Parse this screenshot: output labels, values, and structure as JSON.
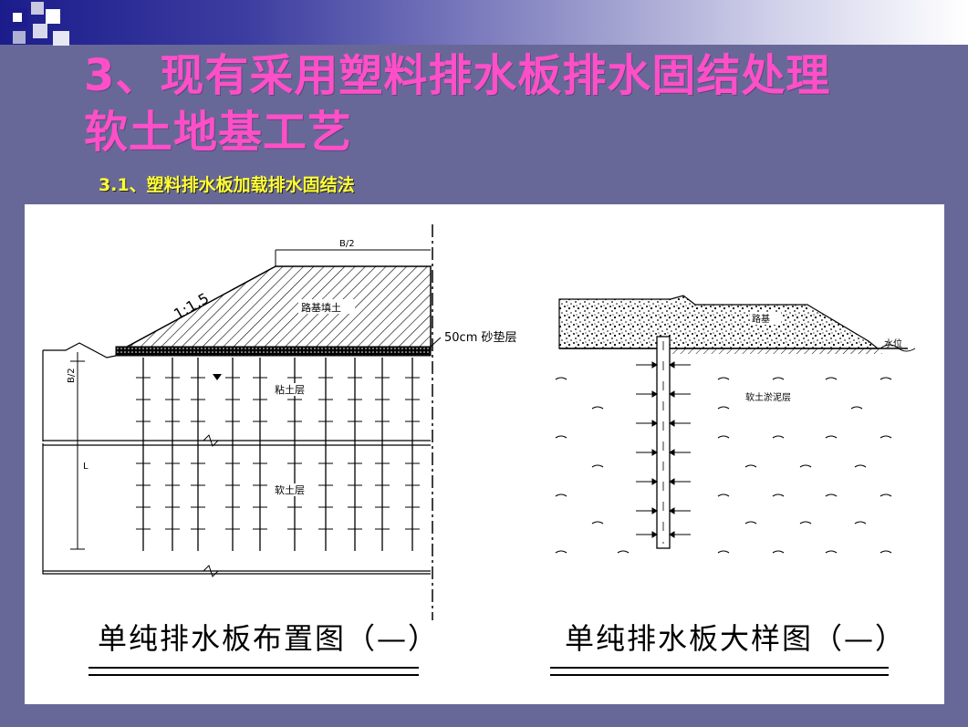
{
  "slide": {
    "title_line1": "3、现有采用塑料排水板排水固结处理",
    "title_line2": "软土地基工艺",
    "subtitle": "3.1、塑料排水板加载排水固结法",
    "colors": {
      "background": "#686898",
      "title": "#ff4fc8",
      "subtitle": "#ffff33"
    }
  },
  "diagram_left": {
    "caption": "单纯排水板布置图（—）",
    "top_label": "B/2",
    "slope_label": "1:1.5",
    "embankment_label": "路基填土",
    "sand_layer_label": "50cm 砂垫层",
    "upper_soil_label": "粘土层",
    "lower_soil_label": "软土层"
  },
  "diagram_right": {
    "caption": "单纯排水板大样图（—）",
    "fill_label": "路基",
    "water_label": "水位",
    "soil_label": "软土淤泥层"
  }
}
